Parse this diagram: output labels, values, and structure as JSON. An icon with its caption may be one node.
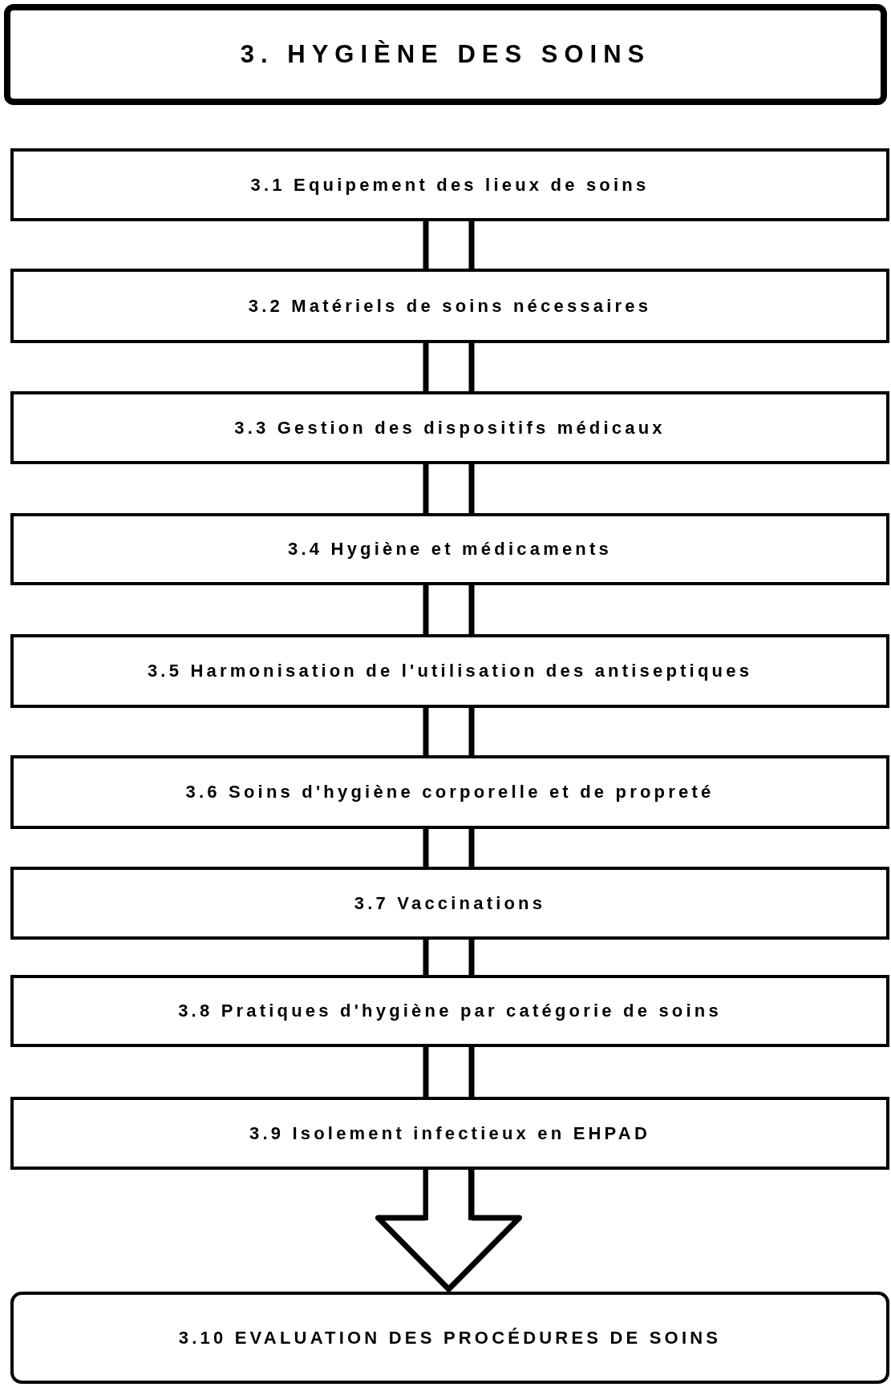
{
  "diagram": {
    "title": "3. HYGIÈNE DES SOINS",
    "nodes": [
      {
        "text": [
          "3.1 Equipement des lieux de soins"
        ]
      },
      {
        "text": [
          "3.2 Matériels de soins nécessaires"
        ]
      },
      {
        "text": [
          "3.3 Gestion des dispositifs médicaux"
        ]
      },
      {
        "text": [
          "3.4 Hygiène et médicaments"
        ]
      },
      {
        "text": [
          "3.5 Harmonisation de l'utilisation des antiseptiques"
        ]
      },
      {
        "text": [
          "3.6 Soins d'hygiène corporelle et de propreté"
        ]
      },
      {
        "text": [
          "3.7 Vaccinations"
        ]
      },
      {
        "text": [
          "3.8 Pratiques d'hygiène par catégorie de soins"
        ]
      },
      {
        "text": [
          "3.9 Isolement infectieux en EHPAD"
        ]
      },
      {
        "text": [
          "3.10 EVALUATION DES PROCÉDURES DE SOINS"
        ]
      }
    ],
    "edges": [
      {
        "from": 0,
        "to": 1,
        "arrow": "none"
      },
      {
        "from": 1,
        "to": 2,
        "arrow": "none"
      },
      {
        "from": 2,
        "to": 3,
        "arrow": "none"
      },
      {
        "from": 3,
        "to": 4,
        "arrow": "none"
      },
      {
        "from": 4,
        "to": 5,
        "arrow": "none"
      },
      {
        "from": 5,
        "to": 6,
        "arrow": "none"
      },
      {
        "from": 6,
        "to": 7,
        "arrow": "none"
      },
      {
        "from": 7,
        "to": 8,
        "arrow": "none"
      },
      {
        "from": 8,
        "to": 9,
        "arrow": "to"
      }
    ]
  }
}
